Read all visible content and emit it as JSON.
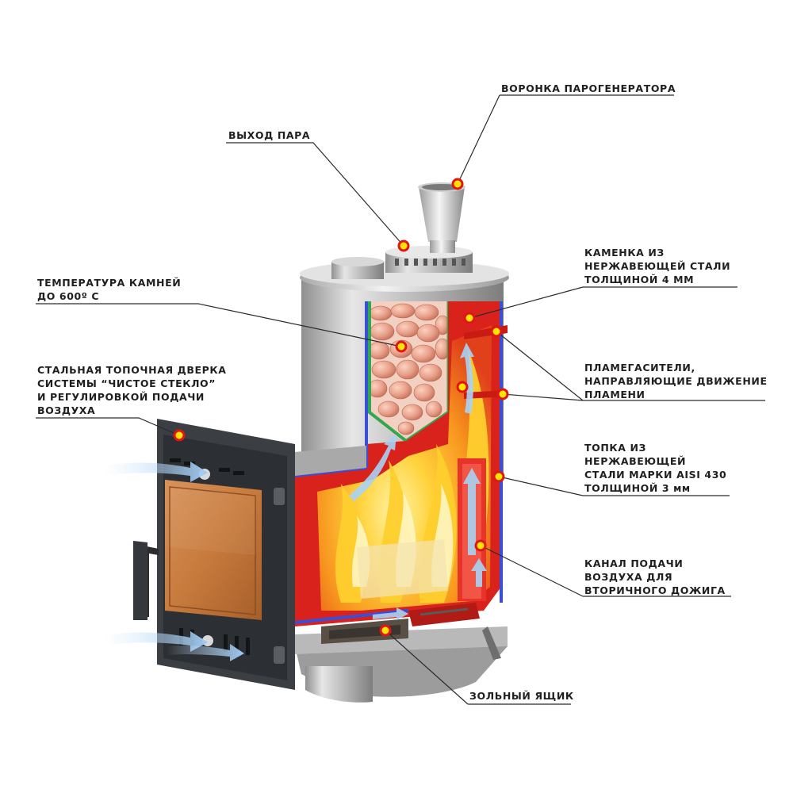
{
  "colors": {
    "firebox_red": "#d8221b",
    "flame_orange": "#f7931e",
    "flame_yellow": "#ffd23a",
    "liner_blue": "#3a4fd6",
    "stone_pink": "#e8a08a",
    "steel": "#bdbdbd",
    "door_dark": "#3b3e42",
    "glass_amber": "#c77a3c",
    "marker_yellow": "#ffe400",
    "marker_red": "#e01515",
    "leader_line": "#2b2b2b"
  },
  "icons": {
    "markers": "callout-dot-icon",
    "air_flow": "air-flow-arrow-icon"
  },
  "labels": {
    "steam_funnel": "ВОРОНКА ПАРОГЕНЕРАТОРА",
    "steam_outlet": "ВЫХОД ПАРА",
    "stone_chamber": "КАМЕНКА ИЗ\nНЕРЖАВЕЮЩЕЙ СТАЛИ\nТОЛЩИНОЙ 4 ММ",
    "stone_temperature": "ТЕМПЕРАТУРА КАМНЕЙ\nДО 600º С",
    "flame_dampers": "ПЛАМЕГАСИТЕЛИ,\nНАПРАВЛЯЮЩИЕ ДВИЖЕНИЕ\nПЛАМЕНИ",
    "fire_door": "СТАЛЬНАЯ ТОПОЧНАЯ ДВЕРКА\nСИСТЕМЫ “ЧИСТОЕ СТЕКЛО”\nИ РЕГУЛИРОВКОЙ ПОДАЧИ\nВОЗДУХА",
    "firebox": "ТОПКА ИЗ\nНЕРЖАВЕЮЩЕЙ\nСТАЛИ МАРКИ AISI 430\nТОЛЩИНОЙ 3 мм",
    "air_channel": "КАНАЛ ПОДАЧИ\nВОЗДУХА ДЛЯ\nВТОРИЧНОГО ДОЖИГА",
    "ash_box": "ЗОЛЬНЫЙ ЯЩИК"
  }
}
